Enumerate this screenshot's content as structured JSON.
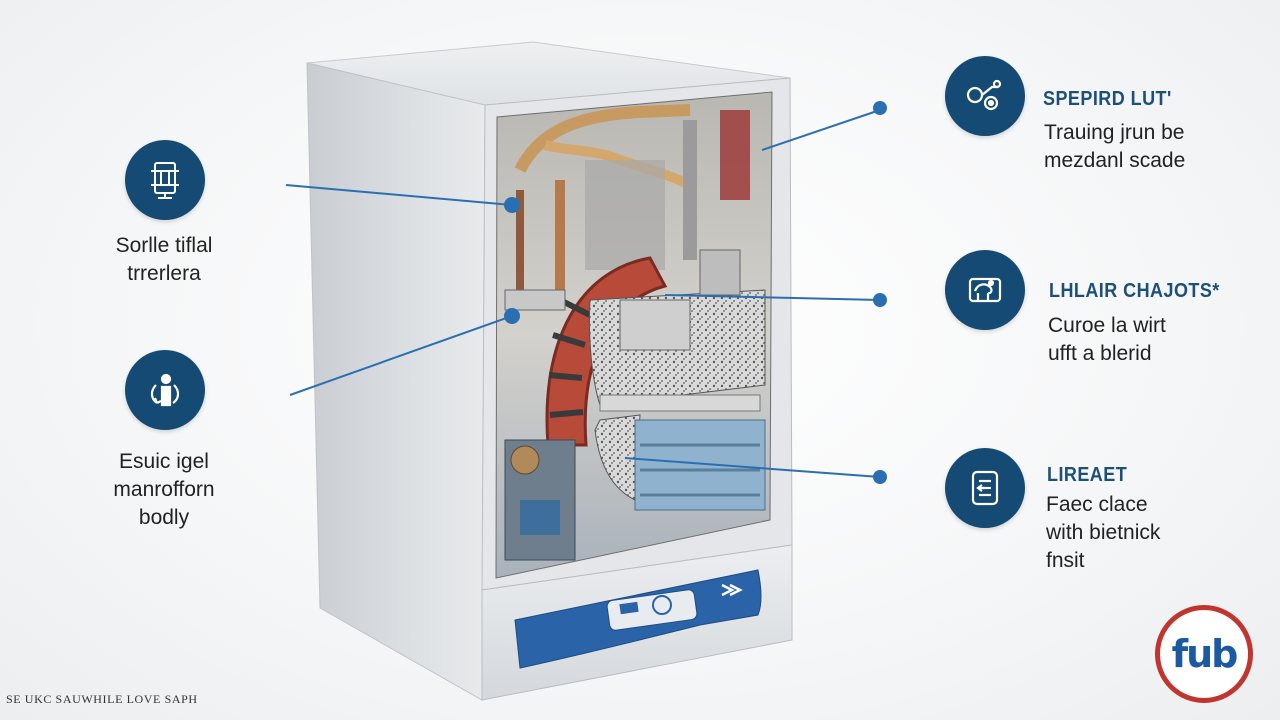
{
  "callouts_left": [
    {
      "icon": "filter-icon",
      "text_lines": [
        "Sorlle tiflal",
        "trrerlera"
      ]
    },
    {
      "icon": "person-rotate-icon",
      "text_lines": [
        "Esuic igel",
        "manrofforn",
        "bodly"
      ]
    }
  ],
  "callouts_right": [
    {
      "icon": "scooter-icon",
      "title": "SPEPIRD LUT'",
      "text_lines": [
        "Trauing jrun be",
        "mezdanl scade"
      ]
    },
    {
      "icon": "basket-icon",
      "title": "LHLAIR CHAJOTS*",
      "text_lines": [
        "Curoe la wirt",
        "ufft a blerid"
      ]
    },
    {
      "icon": "document-icon",
      "title": "LIREAET",
      "text_lines": [
        "Faec clace",
        "with bietnick",
        "fnsit"
      ]
    }
  ],
  "footer_text": "SE UKC SAUWHILE LOVE SAPH",
  "logo_text": "fub",
  "colors": {
    "accent": "#144a73",
    "leader_line": "#2b6fb3",
    "logo_ring": "#c2352f",
    "panel_blue": "#2a63a8"
  }
}
